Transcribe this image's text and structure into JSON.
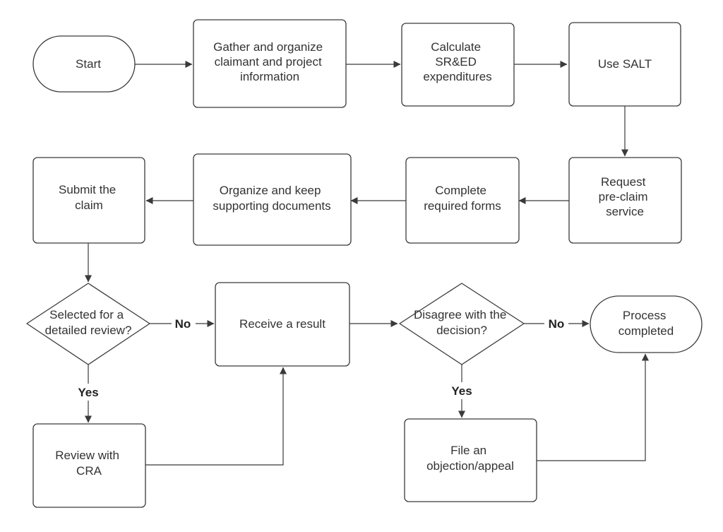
{
  "diagram": {
    "nodes": [
      {
        "id": "start",
        "lines": [
          "Start"
        ]
      },
      {
        "id": "gather",
        "lines": [
          "Gather and organize",
          "claimant and project",
          "information"
        ]
      },
      {
        "id": "calculate",
        "lines": [
          "Calculate",
          "SR&ED",
          "expenditures"
        ]
      },
      {
        "id": "salt",
        "lines": [
          "Use SALT"
        ]
      },
      {
        "id": "preclaim",
        "lines": [
          "Request",
          "pre-claim",
          "service"
        ]
      },
      {
        "id": "forms",
        "lines": [
          "Complete",
          "required forms"
        ]
      },
      {
        "id": "docs",
        "lines": [
          "Organize and keep",
          "supporting documents"
        ]
      },
      {
        "id": "submit",
        "lines": [
          "Submit the",
          "claim"
        ]
      },
      {
        "id": "selected",
        "lines": [
          "Selected for a",
          "detailed review?"
        ]
      },
      {
        "id": "receive",
        "lines": [
          "Receive a result"
        ]
      },
      {
        "id": "disagree",
        "lines": [
          "Disagree with the",
          "decision?"
        ]
      },
      {
        "id": "completed",
        "lines": [
          "Process",
          "completed"
        ]
      },
      {
        "id": "review",
        "lines": [
          "Review with",
          "CRA"
        ]
      },
      {
        "id": "objection",
        "lines": [
          "File an",
          "objection/appeal"
        ]
      }
    ],
    "edge_labels": {
      "selected_no": "No",
      "selected_yes": "Yes",
      "disagree_no": "No",
      "disagree_yes": "Yes"
    }
  }
}
